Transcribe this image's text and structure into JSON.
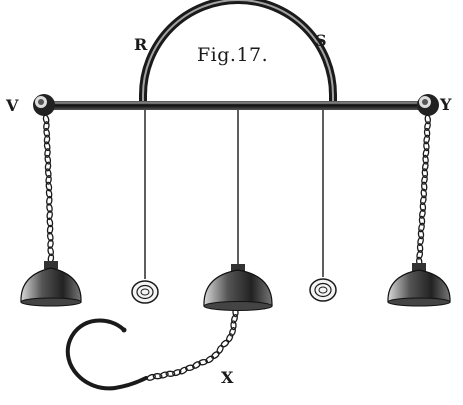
{
  "figure": {
    "title": "Fig.17.",
    "labels": {
      "r": "R",
      "s": "S",
      "v": "V",
      "y": "Y",
      "x": "X"
    },
    "colors": {
      "ink": "#1a1a1a",
      "paper": "#ffffff"
    }
  }
}
